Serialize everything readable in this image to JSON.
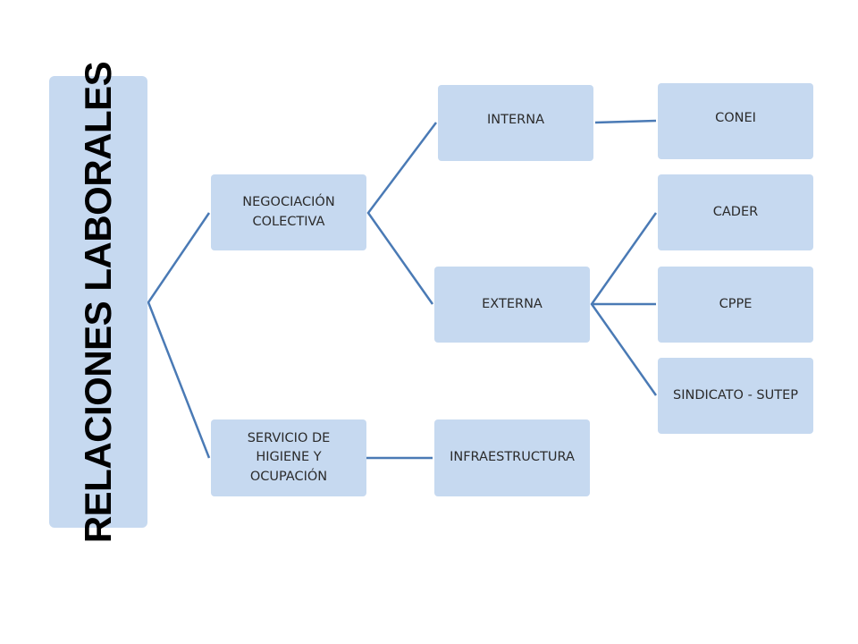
{
  "diagram": {
    "root": {
      "label": "RELACIONES LABORALES"
    },
    "nodes": {
      "negociacion": {
        "line1": "NEGOCIACIÓN",
        "line2": "COLECTIVA"
      },
      "servicio": {
        "line1": "SERVICIO DE",
        "line2": "HIGIENE Y",
        "line3": "OCUPACIÓN"
      },
      "interna": {
        "label": "INTERNA"
      },
      "externa": {
        "label": "EXTERNA"
      },
      "infraestructura": {
        "label": "INFRAESTRUCTURA"
      },
      "conei": {
        "label": "CONEI"
      },
      "cader": {
        "label": "CADER"
      },
      "cppe": {
        "label": "CPPE"
      },
      "sindicato": {
        "label": "SINDICATO - SUTEP"
      }
    },
    "colors": {
      "node_fill": "#c6d9f0",
      "connector": "#4f81bd",
      "text": "#2b2b2b",
      "root_text": "#000000"
    }
  }
}
